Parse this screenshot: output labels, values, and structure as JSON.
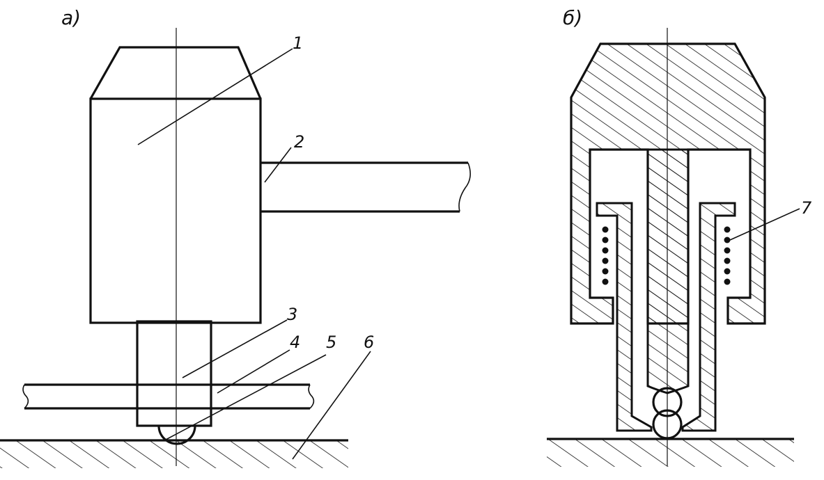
{
  "figure": {
    "panel_a": {
      "label": "a)",
      "callouts": [
        "1",
        "2",
        "3",
        "4",
        "5",
        "6"
      ]
    },
    "panel_b": {
      "label": "б)",
      "callouts": [
        "7"
      ]
    }
  }
}
